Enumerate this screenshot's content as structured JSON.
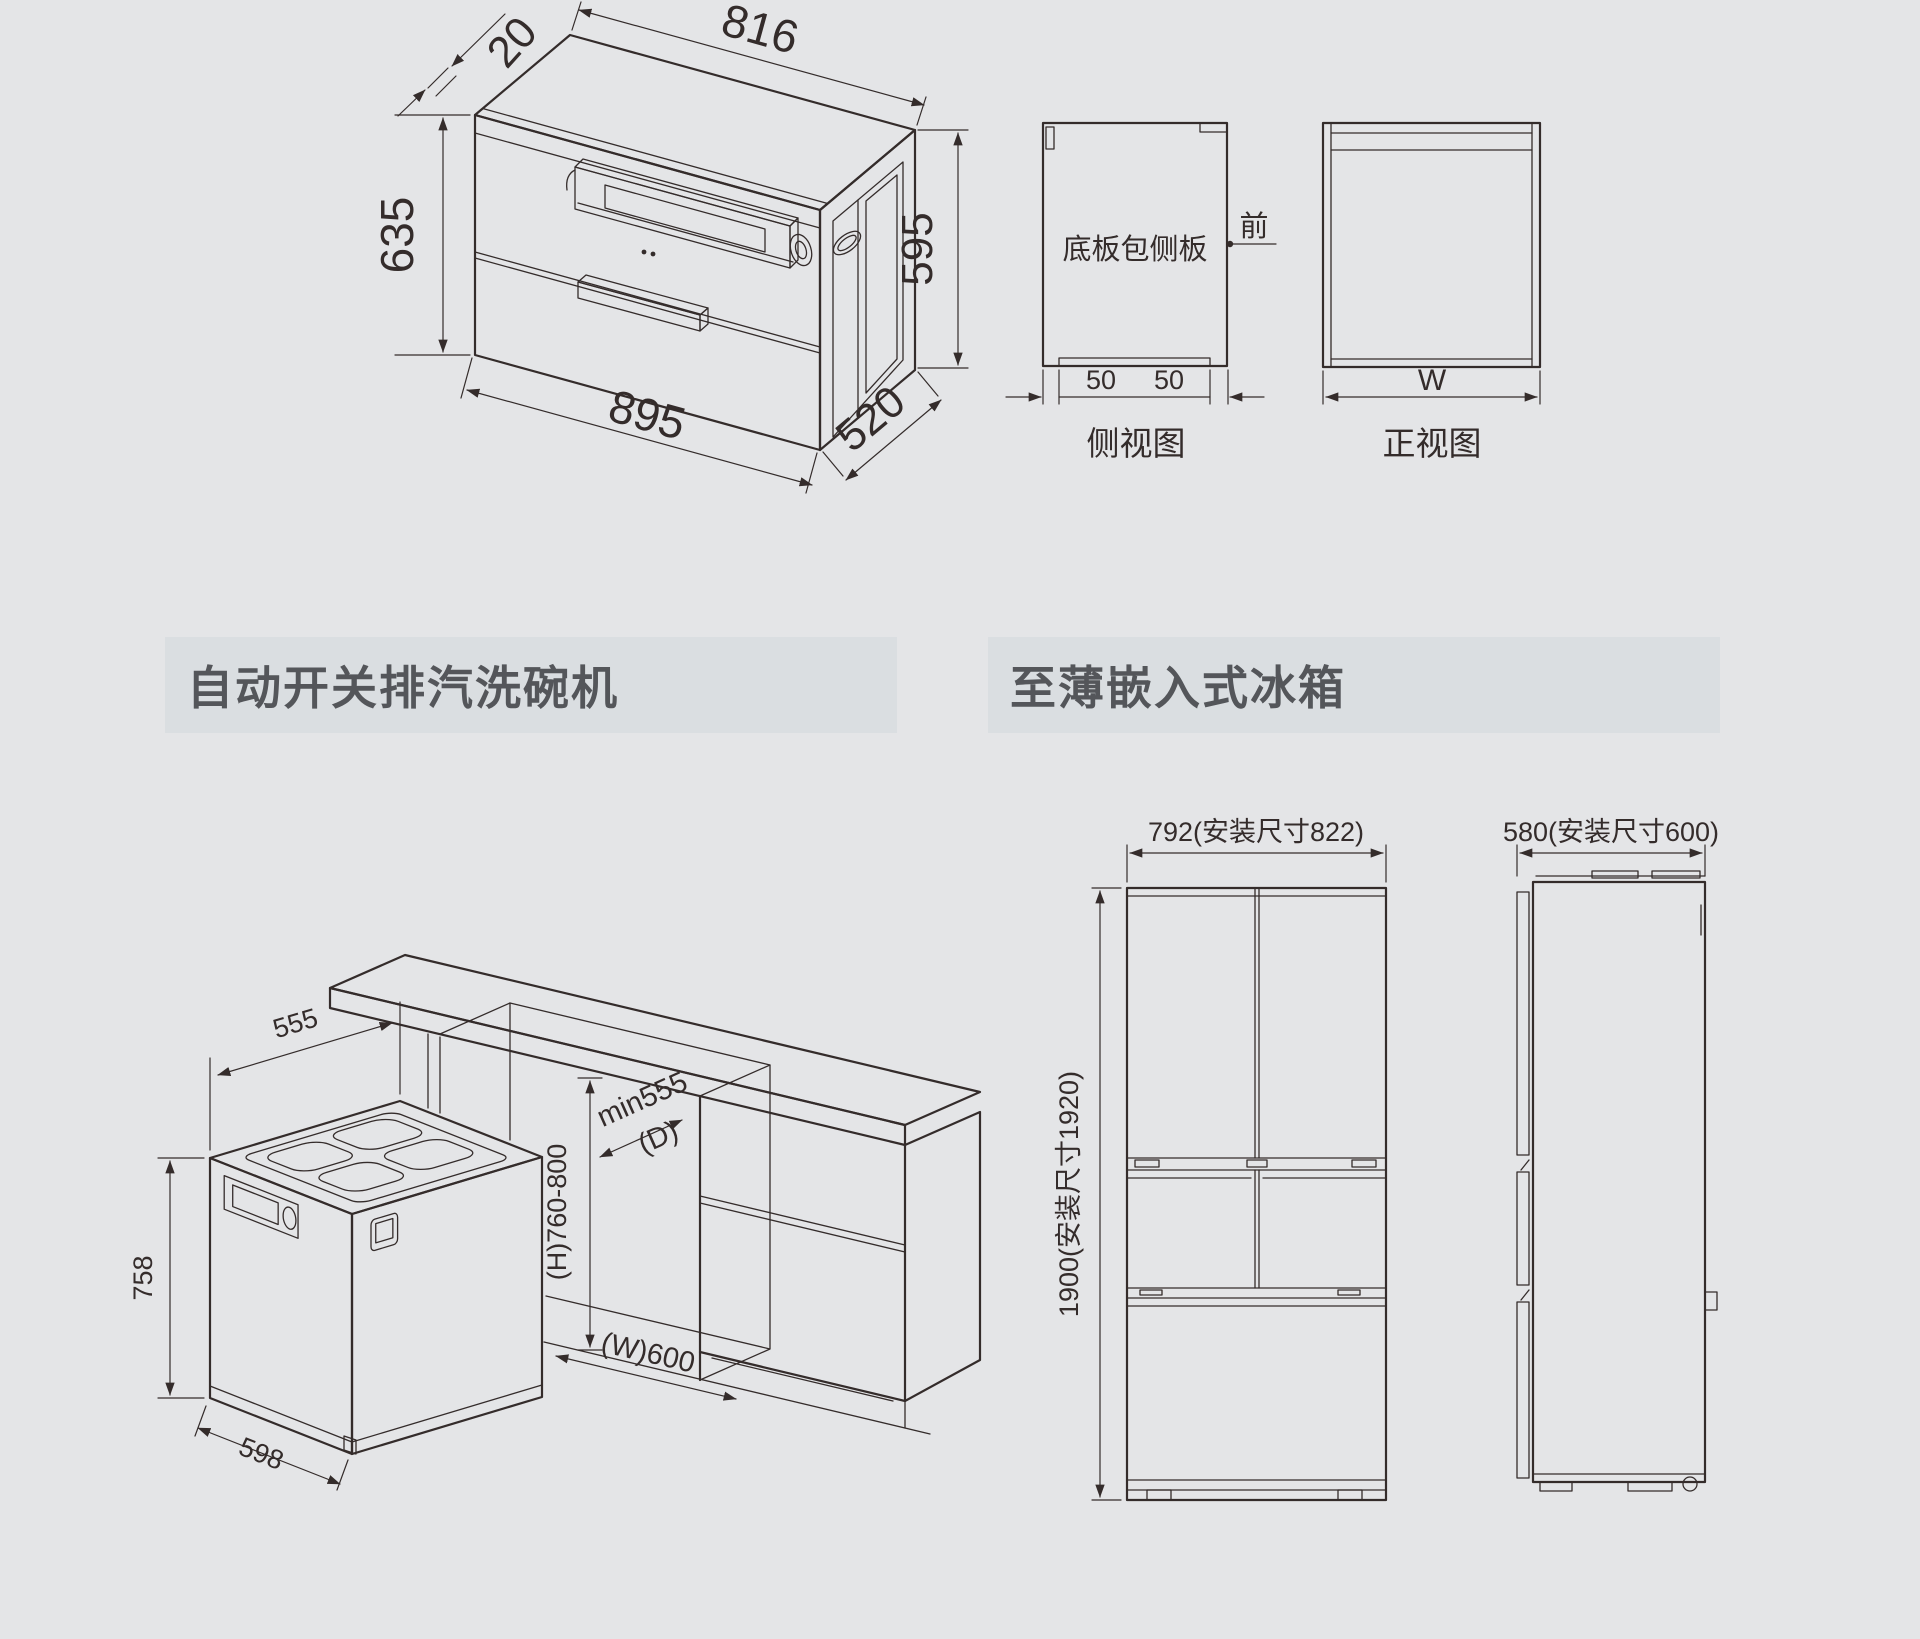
{
  "colors": {
    "background": "#e4e5e7",
    "band_background": "#dadee1",
    "line": "#342c2b",
    "header_text": "#54565a"
  },
  "headers": {
    "left": "自动开关排汽洗碗机",
    "right": "至薄嵌入式冰箱"
  },
  "sterilizer_iso": {
    "overhang": "20",
    "top_width": "816",
    "left_height": "635",
    "right_height": "595",
    "front_width": "895",
    "depth": "520"
  },
  "side_view": {
    "inner_label": "底板包侧板",
    "front_label": "前",
    "dim_left": "50",
    "dim_right": "50",
    "caption": "侧视图"
  },
  "front_view": {
    "dim_width": "W",
    "caption": "正视图"
  },
  "dishwasher_iso": {
    "top_depth": "555",
    "height": "758",
    "bottom_width": "598",
    "niche_height": "(H)760-800",
    "niche_depth_line1": "min555",
    "niche_depth_line2": "(D)",
    "niche_width": "(W)600"
  },
  "fridge": {
    "front_width": "792(安装尺寸822)",
    "front_height": "1900(安装尺寸1920)",
    "side_depth": "580(安装尺寸600)"
  }
}
